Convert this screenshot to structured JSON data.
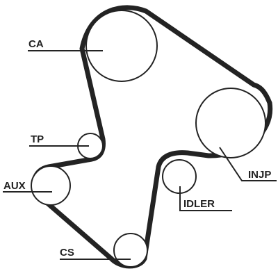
{
  "labels": {
    "ca": "CA",
    "tp": "TP",
    "aux": "AUX",
    "cs": "CS",
    "injp": "INJP",
    "idler": "IDLER"
  },
  "colors": {
    "belt": "#232323",
    "line": "#232323",
    "text": "#222222",
    "background": "#ffffff"
  }
}
